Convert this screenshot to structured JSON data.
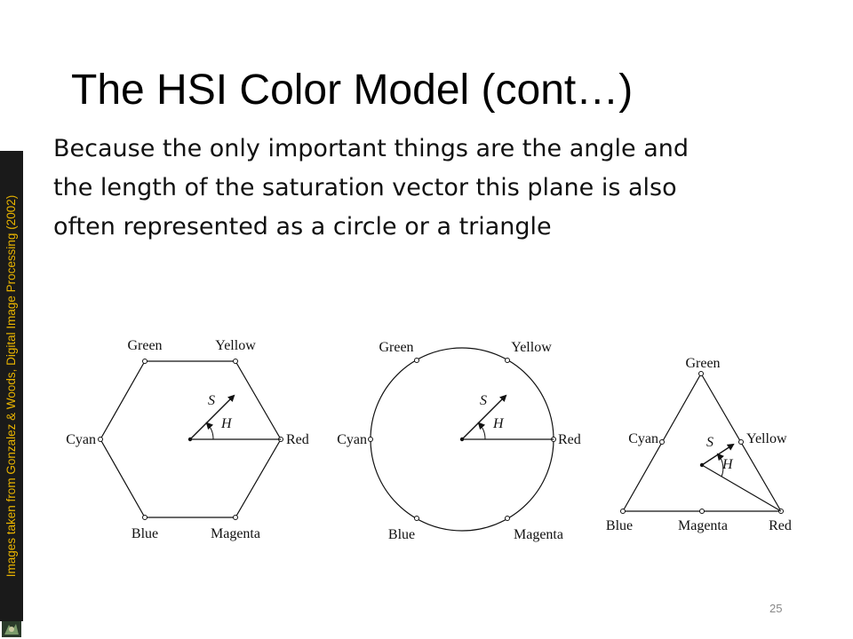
{
  "slide": {
    "title": "The HSI Color Model (cont…)",
    "body_lines": [
      "Because the only important things are the angle and",
      "the length of the saturation vector this plane is also",
      "often represented as a circle or a triangle"
    ],
    "sidebar_credit": "Images taken from Gonzalez & Woods, Digital Image Processing (2002)",
    "page_number": "25"
  },
  "diagrams": {
    "hexagon": {
      "green": "Green",
      "yellow": "Yellow",
      "cyan": "Cyan",
      "red": "Red",
      "blue": "Blue",
      "magenta": "Magenta",
      "s": "S",
      "h": "H"
    },
    "circle": {
      "green": "Green",
      "yellow": "Yellow",
      "cyan": "Cyan",
      "red": "Red",
      "blue": "Blue",
      "magenta": "Magenta",
      "s": "S",
      "h": "H"
    },
    "triangle": {
      "green": "Green",
      "yellow": "Yellow",
      "cyan": "Cyan",
      "red": "Red",
      "blue": "Blue",
      "magenta": "Magenta",
      "s": "S",
      "h": "H"
    }
  }
}
